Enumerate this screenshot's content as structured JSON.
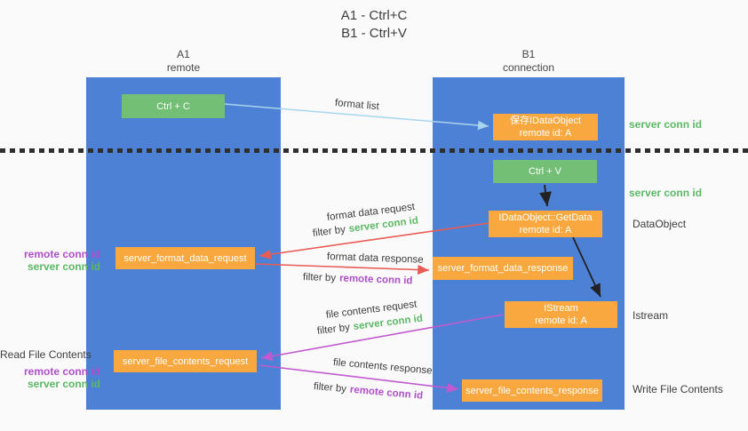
{
  "title": {
    "line1": "A1 - Ctrl+C",
    "line2": "B1 - Ctrl+V"
  },
  "columns": {
    "a": {
      "id": "A1",
      "role": "remote"
    },
    "b": {
      "id": "B1",
      "role": "connection"
    }
  },
  "nodes": {
    "ctrl_c": "Ctrl + C",
    "ctrl_v": "Ctrl + V",
    "save_idataobject": {
      "line1": "保存IDataObject",
      "line2": "remote id: A"
    },
    "getdata": {
      "line1": "IDataObject::GetData",
      "line2": "remote id: A"
    },
    "istream": {
      "line1": "IStream",
      "line2": "remote id: A"
    },
    "format_request": "server_format_data_request",
    "format_response": "server_format_data_response",
    "file_request": "server_file_contents_request",
    "file_response": "server_file_contents_response"
  },
  "edge_labels": {
    "format_list": "format list",
    "format_data_request": "format data request",
    "format_data_response": "format data response",
    "file_contents_request": "file contents request",
    "file_contents_response": "file contents response",
    "filter_by": "filter by",
    "server_conn_id": "server conn id",
    "remote_conn_id": "remote conn id"
  },
  "side_labels": {
    "server_conn_id_top": "server conn id",
    "server_conn_id_mid": "server conn id",
    "dataobject": "DataObject",
    "istream": "Istream",
    "write_file_contents": "Write File Contents",
    "read_file_contents": "Read File Contents",
    "remote_conn_id": "remote conn id",
    "server_conn_id": "server conn id"
  },
  "colors": {
    "bg": "#fafafa",
    "col_blue": "#4c81d5",
    "box_orange": "#f8a83e",
    "box_green": "#72bf75",
    "txt_green": "#5cb865",
    "txt_purple": "#af4ecb",
    "txt_dark": "#3d3d3d",
    "arrow_red": "#e85c55",
    "arrow_mag": "#c15ad0",
    "arrow_blue": "#a8d4ee"
  }
}
